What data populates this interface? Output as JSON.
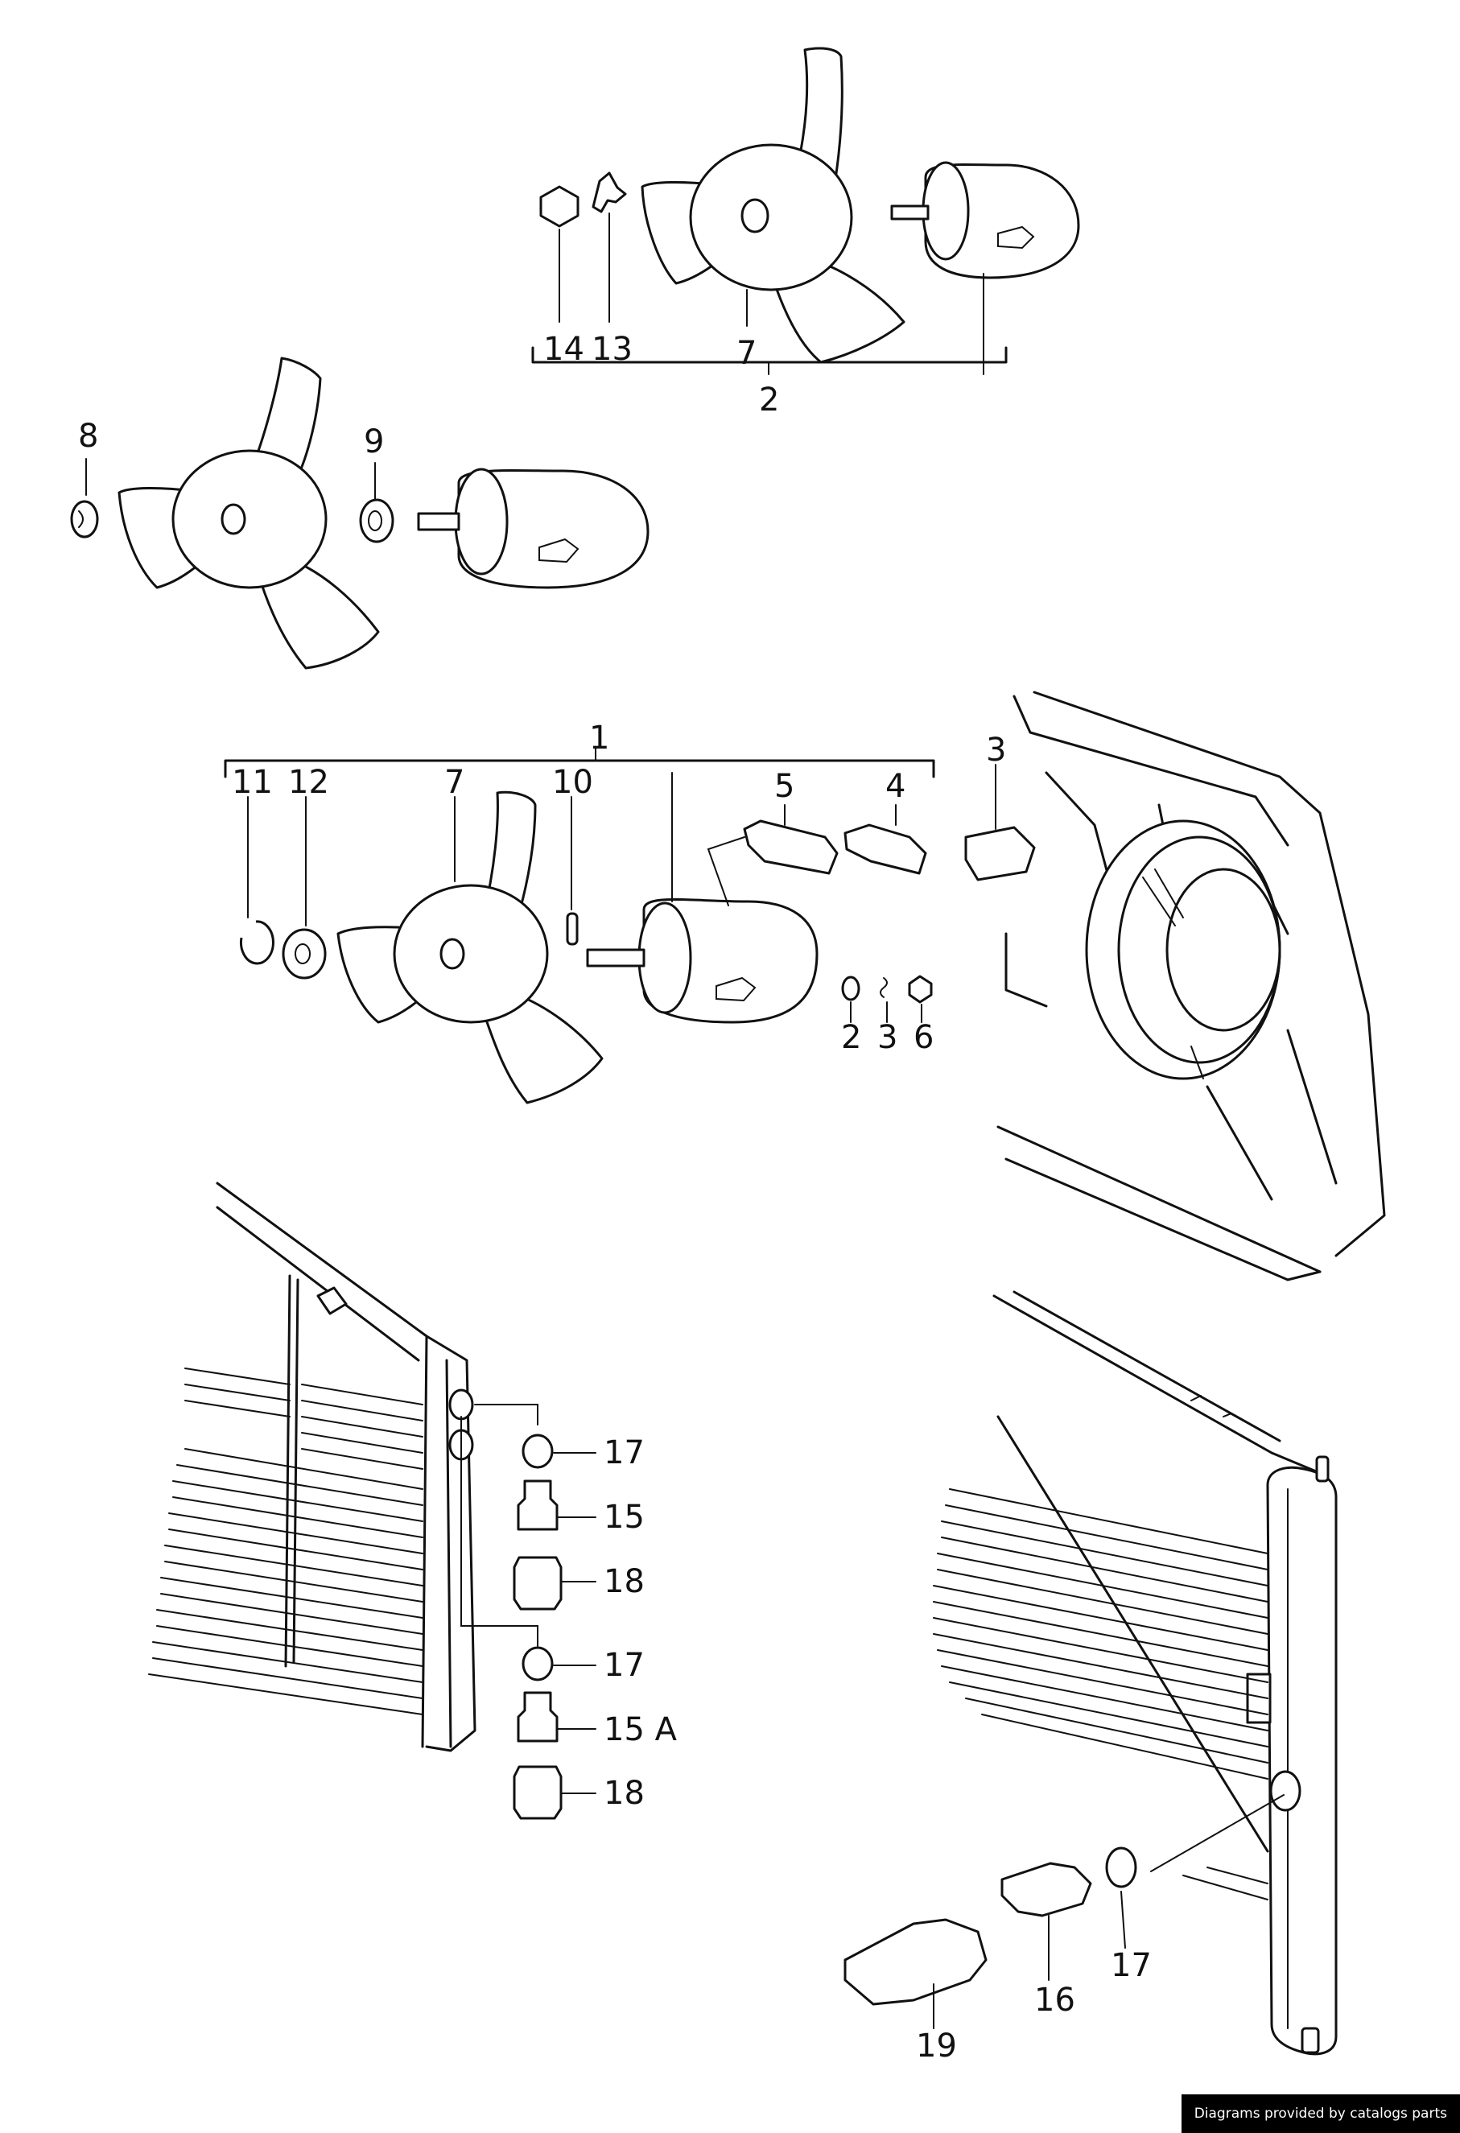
{
  "labels": {
    "n1": "1",
    "n2": "2",
    "n3": "3",
    "n4": "4",
    "n5": "5",
    "n6": "6",
    "n7": "7",
    "n8": "8",
    "n9": "9",
    "n10": "10",
    "n11": "11",
    "n12": "12",
    "n13": "13",
    "n14": "14",
    "n15": "15",
    "n15a": "15 A",
    "n16": "16",
    "n17": "17",
    "n18": "18",
    "n19": "19"
  },
  "footer": {
    "credit": "Diagrams provided by catalogs parts"
  }
}
